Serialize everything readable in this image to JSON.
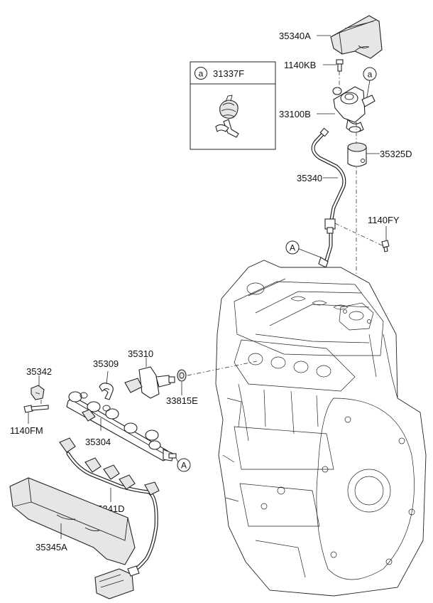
{
  "detail_box": {
    "circle_letter": "a",
    "part_number": "31337F"
  },
  "labels": {
    "p35340A": "35340A",
    "p1140KB": "1140KB",
    "p33100B": "33100B",
    "p35325D": "35325D",
    "p35340": "35340",
    "p1140FY": "1140FY",
    "p35310": "35310",
    "p35309": "35309",
    "p35342": "35342",
    "p33815E": "33815E",
    "p1140FM": "1140FM",
    "p35304": "35304",
    "p35341D": "35341D",
    "p35345A": "35345A"
  },
  "callouts": {
    "pump_ref": "a",
    "line_ref_top": "A",
    "line_ref_bottom": "A"
  }
}
